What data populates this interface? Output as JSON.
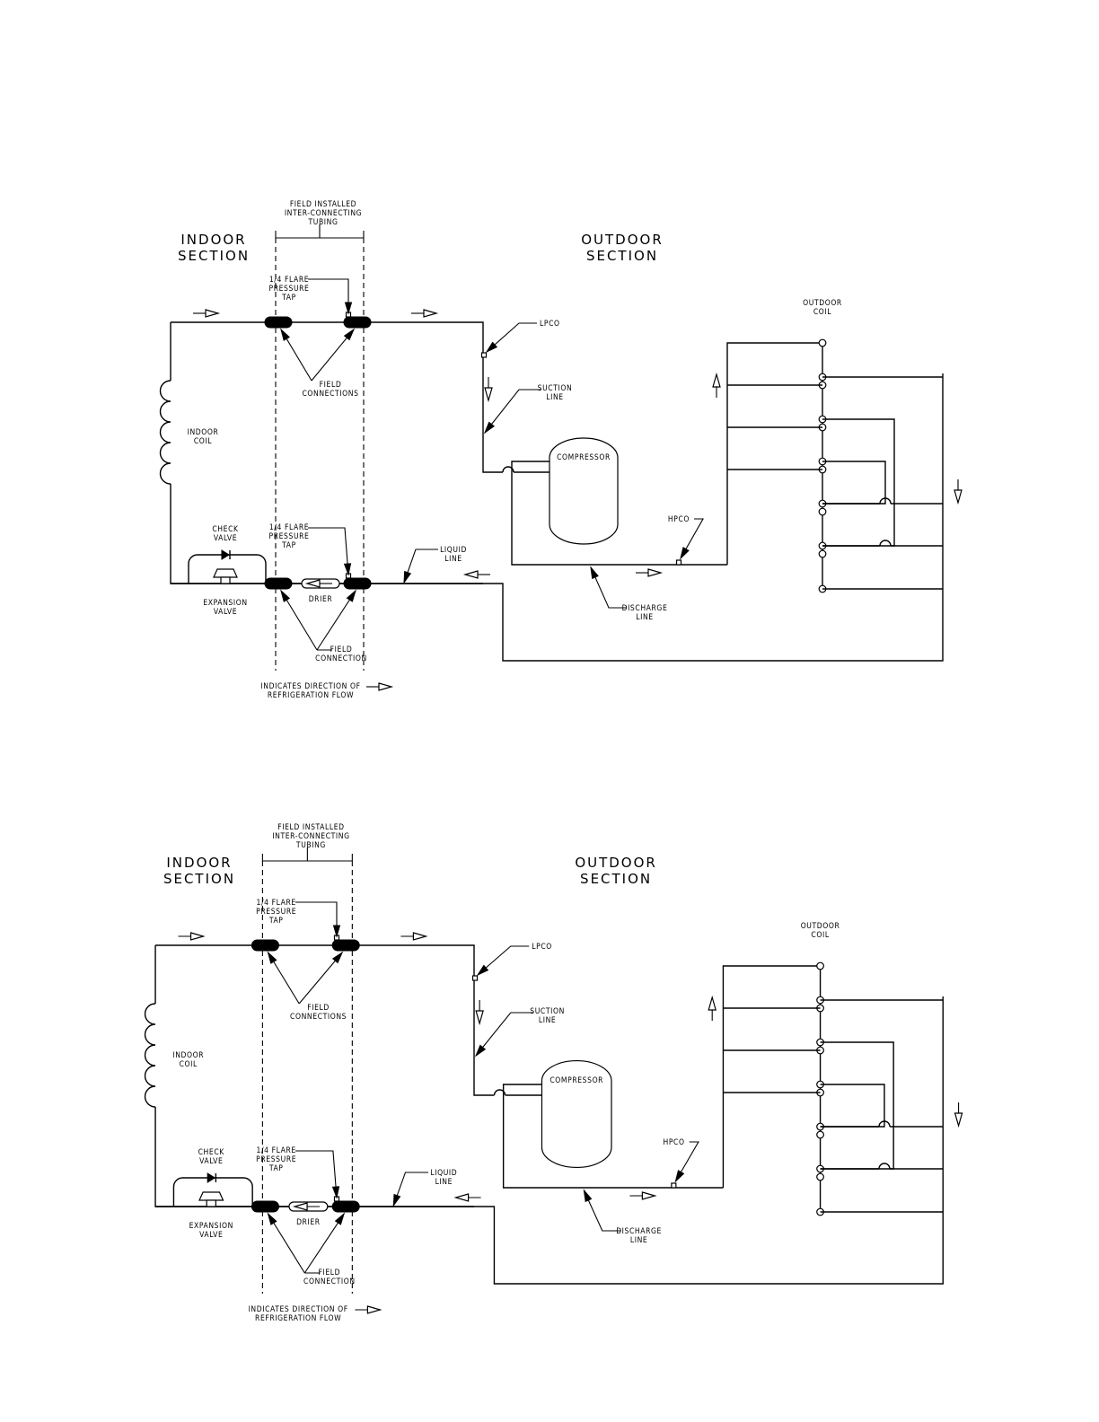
{
  "diagrams": [
    {
      "indoor_section": [
        "INDOOR",
        "SECTION"
      ],
      "outdoor_section": [
        "OUTDOOR",
        "SECTION"
      ],
      "field_tubing": [
        "FIELD INSTALLED",
        "INTER-CONNECTING",
        "TUBING"
      ],
      "pressure_tap_top": [
        "1/4 FLARE",
        "PRESSURE",
        "TAP"
      ],
      "pressure_tap_bottom": [
        "1/4 FLARE",
        "PRESSURE",
        "TAP"
      ],
      "field_connections": [
        "FIELD",
        "CONNECTIONS"
      ],
      "field_connection": [
        "FIELD",
        "CONNECTION"
      ],
      "indoor_coil": [
        "INDOOR",
        "COIL"
      ],
      "check_valve": [
        "CHECK",
        "VALVE"
      ],
      "expansion_valve": [
        "EXPANSION",
        "VALVE"
      ],
      "drier": "DRIER",
      "lpco": "LPCO",
      "suction_line": [
        "SUCTION",
        "LINE"
      ],
      "compressor": "COMPRESSOR",
      "hpco": "HPCO",
      "liquid_line": [
        "LIQUID",
        "LINE"
      ],
      "discharge_line": [
        "DISCHARGE",
        "LINE"
      ],
      "outdoor_coil": [
        "OUTDOOR",
        "COIL"
      ],
      "legend": [
        "INDICATES DIRECTION OF",
        "REFRIGERATION FLOW"
      ]
    },
    {
      "indoor_section": [
        "INDOOR",
        "SECTION"
      ],
      "outdoor_section": [
        "OUTDOOR",
        "SECTION"
      ],
      "field_tubing": [
        "FIELD INSTALLED",
        "INTER-CONNECTING",
        "TUBING"
      ],
      "pressure_tap_top": [
        "1/4 FLARE",
        "PRESSURE",
        "TAP"
      ],
      "pressure_tap_bottom": [
        "1/4 FLARE",
        "PRESSURE",
        "TAP"
      ],
      "field_connections": [
        "FIELD",
        "CONNECTIONS"
      ],
      "field_connection": [
        "FIELD",
        "CONNECTION"
      ],
      "indoor_coil": [
        "INDOOR",
        "COIL"
      ],
      "check_valve": [
        "CHECK",
        "VALVE"
      ],
      "expansion_valve": [
        "EXPANSION",
        "VALVE"
      ],
      "drier": "DRIER",
      "lpco": "LPCO",
      "suction_line": [
        "SUCTION",
        "LINE"
      ],
      "compressor": "COMPRESSOR",
      "hpco": "HPCO",
      "liquid_line": [
        "LIQUID",
        "LINE"
      ],
      "discharge_line": [
        "DISCHARGE",
        "LINE"
      ],
      "outdoor_coil": [
        "OUTDOOR",
        "COIL"
      ],
      "legend": [
        "INDICATES DIRECTION OF",
        "REFRIGERATION FLOW"
      ]
    }
  ]
}
